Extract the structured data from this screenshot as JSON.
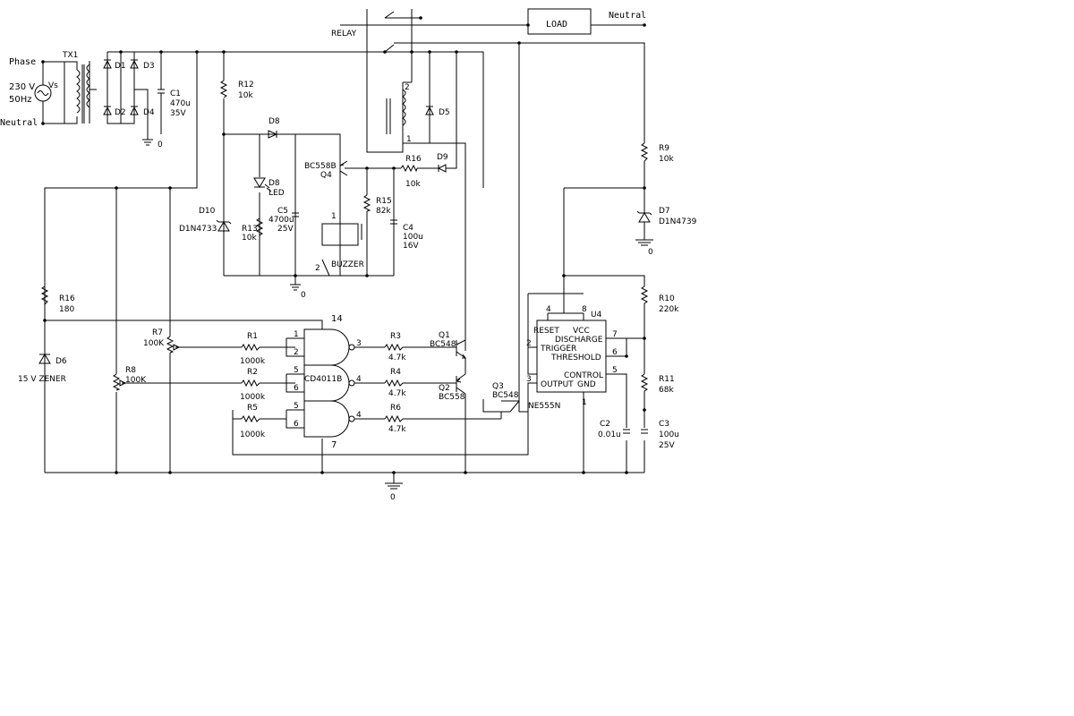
{
  "terminals": {
    "phase": "Phase",
    "neutral_in": "Neutral",
    "neutral_out": "Neutral",
    "source_voltage": "230 V",
    "source_freq": "50Hz",
    "source_ref": "Vs"
  },
  "load_label": "LOAD",
  "relay_label": "RELAY",
  "transformer": {
    "ref": "TX1"
  },
  "diodes": {
    "d1": "D1",
    "d2": "D2",
    "d3": "D3",
    "d4": "D4",
    "d5": "D5",
    "d6": "D6",
    "d6_type": "15 V ZENER",
    "d7": "D7",
    "d7_type": "D1N4739",
    "d8": "D8",
    "d8_led": "D8",
    "led_label": "LED",
    "d9": "D9",
    "d10": "D10",
    "d10_type": "D1N4733"
  },
  "capacitors": {
    "c1": "C1",
    "c1_value": "470u",
    "c1_voltage": "35V",
    "c2": "C2",
    "c2_value": "0.01u",
    "c3": "C3",
    "c3_value": "100u",
    "c3_voltage": "25V",
    "c4": "C4",
    "c4_value": "100u",
    "c4_voltage": "16V",
    "c5": "C5",
    "c5_value": "4700u",
    "c5_voltage": "25V"
  },
  "resistors": {
    "r1": "R1",
    "r1_value": "1000k",
    "r2": "R2",
    "r2_value": "1000k",
    "r3": "R3",
    "r3_value": "4.7k",
    "r4": "R4",
    "r4_value": "4.7k",
    "r5": "R5",
    "r5_value": "1000k",
    "r6": "R6",
    "r6_value": "4.7k",
    "r7": "R7",
    "r7_value": "100K",
    "r8": "R8",
    "r8_value": "100K",
    "r9": "R9",
    "r9_value": "10k",
    "r10": "R10",
    "r10_value": "220k",
    "r11": "R11",
    "r11_value": "68k",
    "r12": "R12",
    "r12_value": "10k",
    "r13": "R13",
    "r13_value": "10k",
    "r15": "R15",
    "r15_value": "82k",
    "r16a": "R16",
    "r16a_value": "180",
    "r16b": "R16",
    "r16b_value": "10k"
  },
  "transistors": {
    "q1": "Q1",
    "q1_type": "BC548",
    "q2": "Q2",
    "q2_type": "BC558",
    "q3": "Q3",
    "q3_type": "BC548",
    "q4": "Q4",
    "q4_type": "BC558B"
  },
  "buzzer": {
    "label": "BUZZER",
    "pin1": "1",
    "pin2": "2"
  },
  "relay_pins": {
    "p1": "1",
    "p2": "2"
  },
  "gate_ic": {
    "name": "CD4011B",
    "pin_vdd": "14",
    "pin_gnd": "7",
    "g1_in_a": "1",
    "g1_in_b": "2",
    "g1_out": "3",
    "g2_in_a": "5",
    "g2_in_b": "6",
    "g2_out": "4",
    "g3_in_a": "5",
    "g3_in_b": "6",
    "g3_out": "4"
  },
  "timer": {
    "ref": "U4",
    "name": "NE555N",
    "reset": "RESET",
    "vcc": "VCC",
    "discharge": "DISCHARGE",
    "trigger": "TRIGGER",
    "threshold": "THRESHOLD",
    "control": "CONTROL",
    "output": "OUTPUT",
    "gnd": "GND",
    "pin4": "4",
    "pin8": "8",
    "pin7": "7",
    "pin2": "2",
    "pin6": "6",
    "pin5": "5",
    "pin3": "3",
    "pin1": "1"
  },
  "grounds": {
    "g1": "0",
    "g2": "0",
    "g3": "0",
    "g4": "0"
  }
}
